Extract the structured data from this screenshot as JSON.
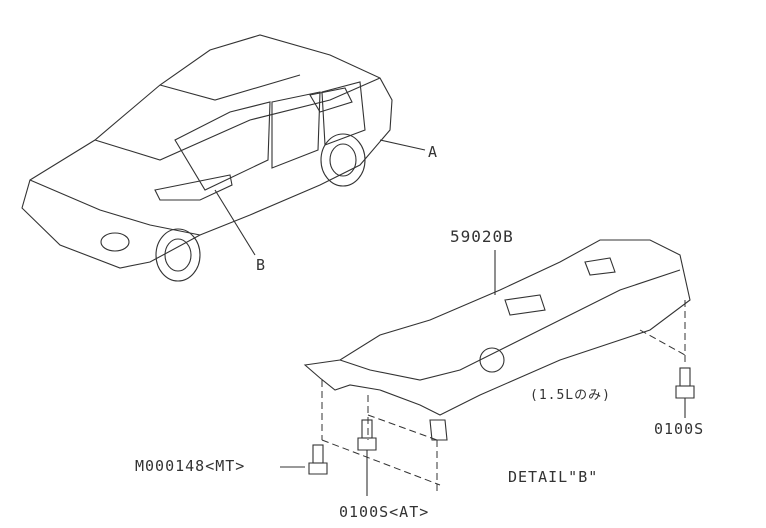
{
  "callouts": {
    "a": "A",
    "b": "B"
  },
  "parts": {
    "cover": "59020B",
    "bolt_right": "0100S",
    "bolt_mt": "M000148<MT>",
    "bolt_at": "0100S<AT>"
  },
  "notes": {
    "engine_only": "(1.5Lのみ)",
    "detail": "DETAIL\"B\""
  }
}
